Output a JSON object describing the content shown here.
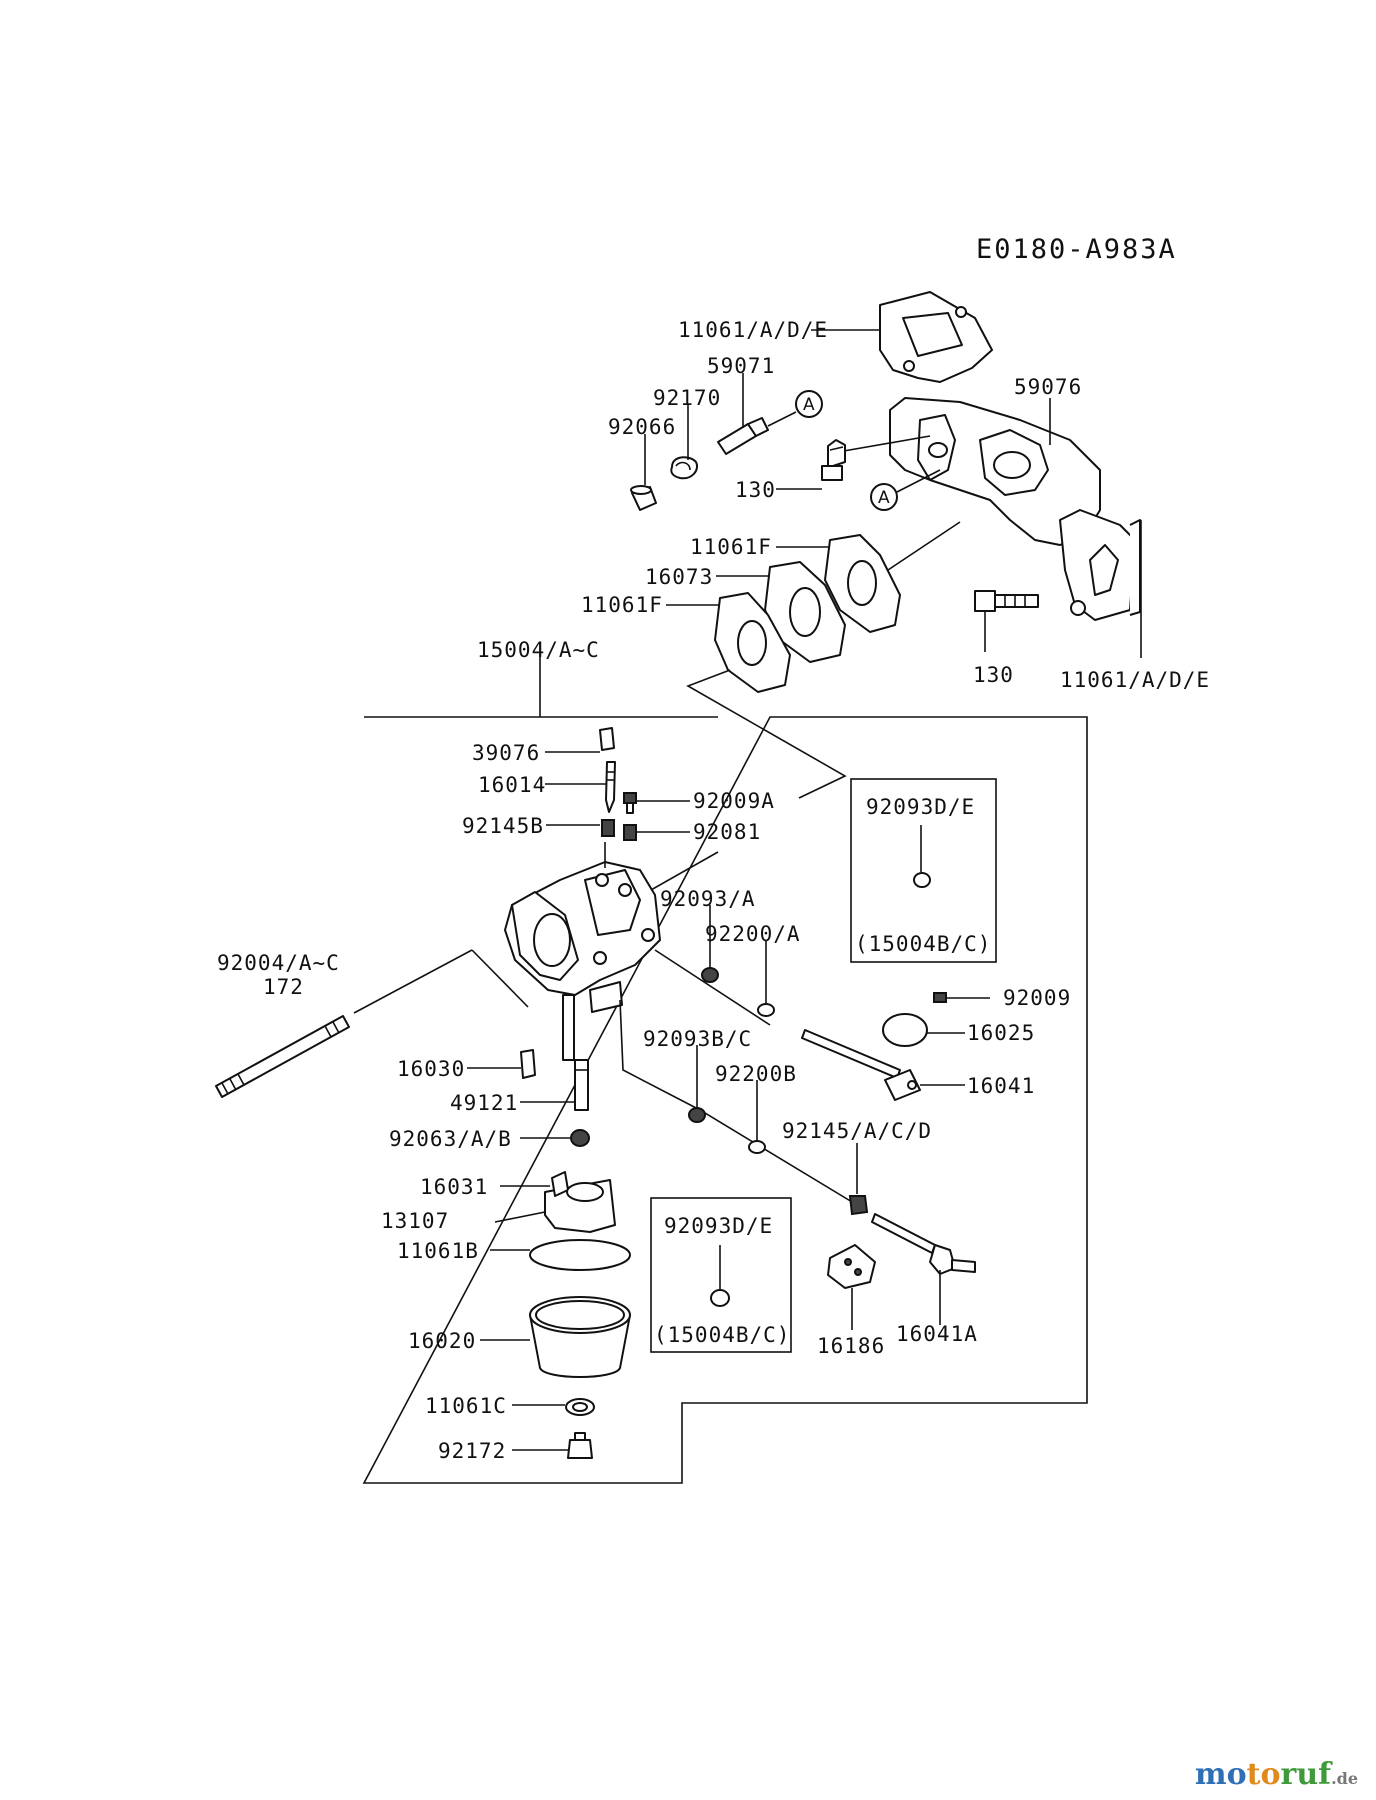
{
  "diagram_code": "E0180-A983A",
  "callouts": {
    "a_top": "A",
    "a_mid": "A"
  },
  "labels": {
    "gasket_top": "11061/A/D/E",
    "fitting": "59071",
    "clamp": "92170",
    "cap": "92066",
    "manifold": "59076",
    "bolt_upper": "130",
    "gasket_f_upper": "11061F",
    "insulator": "16073",
    "gasket_f_lower": "11061F",
    "bolt_lower": "130",
    "gasket_right": "11061/A/D/E",
    "carb_assy": "15004/A~C",
    "p39076": "39076",
    "p16014": "16014",
    "p92009a": "92009A",
    "p92145b": "92145B",
    "p92081": "92081",
    "p92093a": "92093/A",
    "p92200a": "92200/A",
    "stud": "92004/A~C",
    "stud_qty": "172",
    "p92009": "92009",
    "p16025": "16025",
    "p16041": "16041",
    "p16030": "16030",
    "p92093bc": "92093B/C",
    "p92200b": "92200B",
    "p49121": "49121",
    "p92063": "92063/A/B",
    "p92145acd": "92145/A/C/D",
    "p16031": "16031",
    "p13107": "13107",
    "p11061b": "11061B",
    "p16020": "16020",
    "p16186": "16186",
    "p16041a": "16041A",
    "p11061c": "11061C",
    "p92172": "92172"
  },
  "boxes": {
    "upper": {
      "title": "92093D/E",
      "note": "(15004B/C)"
    },
    "lower": {
      "title": "92093D/E",
      "note": "(15004B/C)"
    }
  },
  "watermark": {
    "m1": "mo",
    "m2": "to",
    "m3": "ruf",
    "de": ".de"
  }
}
